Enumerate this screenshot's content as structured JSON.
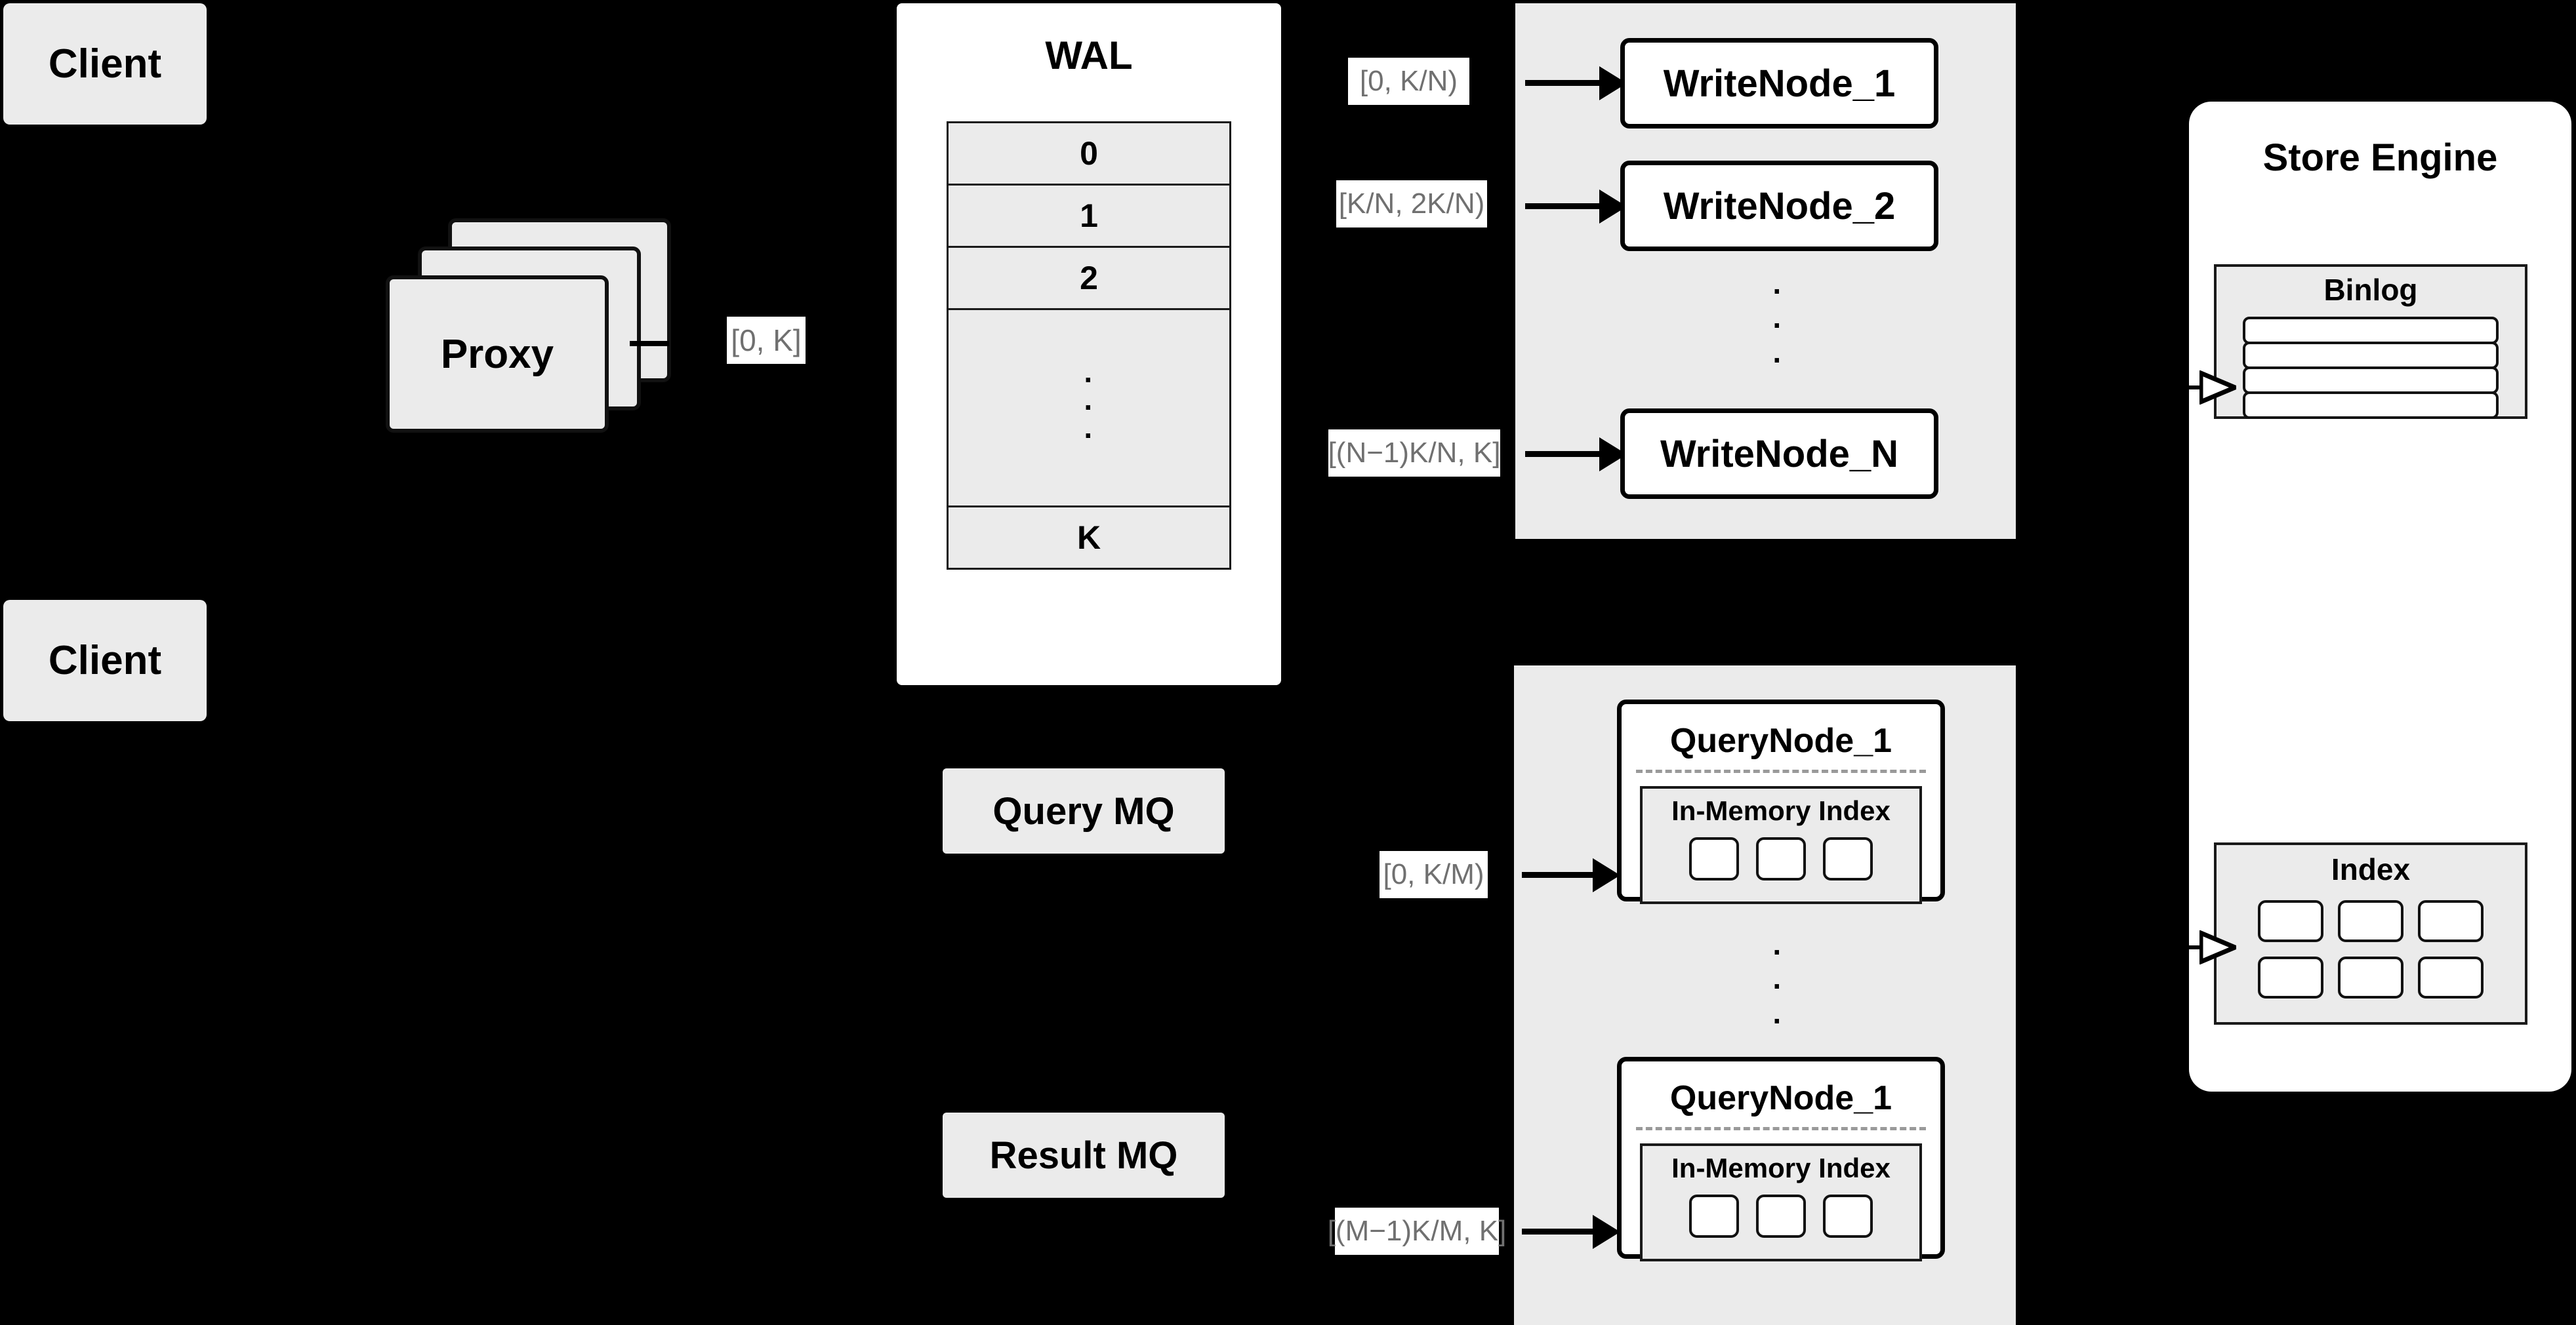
{
  "diagram": {
    "background": "#000000",
    "box_fill": "#ebebeb",
    "node_fill": "#ffffff",
    "label_text_color": "#707070"
  },
  "clients": [
    {
      "label": "Client"
    },
    {
      "label": "Client"
    }
  ],
  "proxy": {
    "label": "Proxy",
    "stack_count": 3,
    "out_label": "[0, K]"
  },
  "wal": {
    "title": "WAL",
    "rows": [
      "0",
      "1",
      "2",
      "⋮",
      "K"
    ],
    "ellipsis_row_index": 3,
    "ellipsis_dots": "···"
  },
  "write_group": {
    "nodes": [
      {
        "label": "WriteNode_1",
        "range_label": "[0,  K/N)"
      },
      {
        "label": "WriteNode_2",
        "range_label": "[K/N, 2K/N)"
      },
      {
        "label": "WriteNode_N",
        "range_label": "[(N−1)K/N,  K]"
      }
    ],
    "ellipsis": "·"
  },
  "query_group": {
    "nodes": [
      {
        "label": "QueryNode_1",
        "range_label": "[0, K/M)",
        "inner": {
          "title": "In-Memory Index",
          "cell_count": 3
        }
      },
      {
        "label": "QueryNode_1",
        "range_label": "[(M−1)K/M, K]",
        "inner": {
          "title": "In-Memory Index",
          "cell_count": 3
        }
      }
    ],
    "ellipsis": "·"
  },
  "queues": [
    {
      "label": "Query MQ"
    },
    {
      "label": "Result MQ"
    }
  ],
  "store_engine": {
    "title": "Store Engine",
    "binlog": {
      "title": "Binlog",
      "row_count": 4
    },
    "index": {
      "title": "Index",
      "cell_count": 6,
      "columns": 3,
      "rows": 2
    }
  }
}
